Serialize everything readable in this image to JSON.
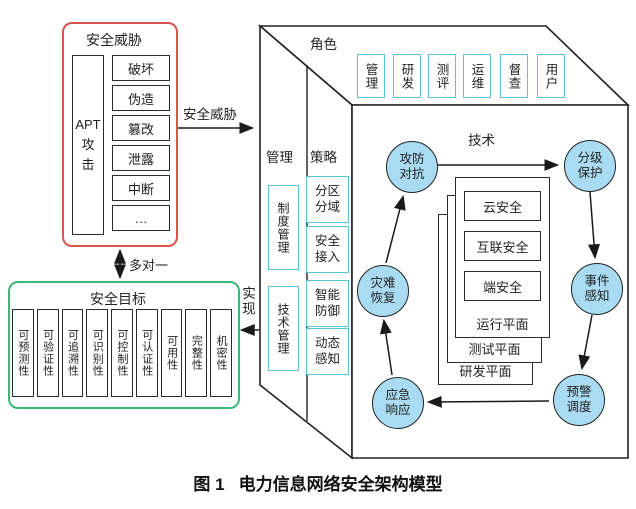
{
  "caption": {
    "figure_label": "图 1",
    "title": "电力信息网络安全架构模型"
  },
  "threat_box": {
    "title": "安全威胁",
    "apt_lines": [
      "APT",
      "攻",
      "击"
    ],
    "items": [
      "破坏",
      "伪造",
      "篡改",
      "泄露",
      "中断",
      "…"
    ]
  },
  "goal_box": {
    "title": "安全目标",
    "items": [
      "可预测性",
      "可验证性",
      "可追溯性",
      "可识别性",
      "可控制性",
      "可认证性",
      "可用性",
      "完整性",
      "机密性"
    ]
  },
  "relations": {
    "threat_arrow_label": "安全威胁",
    "many_to_one_label": "多对一",
    "realize_label": "实现"
  },
  "cube": {
    "roles": {
      "label": "角色",
      "items": [
        "管理",
        "研发",
        "测评",
        "运维",
        "督查",
        "用户"
      ]
    },
    "management": {
      "label": "管理",
      "items": [
        "制度管理",
        "技术管理"
      ]
    },
    "strategy": {
      "label": "策略",
      "items": [
        "分区分域",
        "安全接入",
        "智能防御",
        "动态感知"
      ]
    },
    "technology": {
      "label": "技术",
      "cycle": [
        "攻防对抗",
        "分级保护",
        "事件感知",
        "预警调度",
        "应急响应",
        "灾难恢复"
      ],
      "planes": {
        "front": {
          "label": "运行平面",
          "items": [
            "云安全",
            "互联安全",
            "端安全"
          ]
        },
        "middle": {
          "label": "测试平面"
        },
        "back": {
          "label": "研发平面"
        }
      }
    }
  },
  "colors": {
    "threat_border": "#d9534f",
    "goal_border": "#3cb878",
    "cyan_border": "#5ec1d8",
    "circle_fill": "#a9dbf2",
    "line": "#1a1a1a"
  }
}
